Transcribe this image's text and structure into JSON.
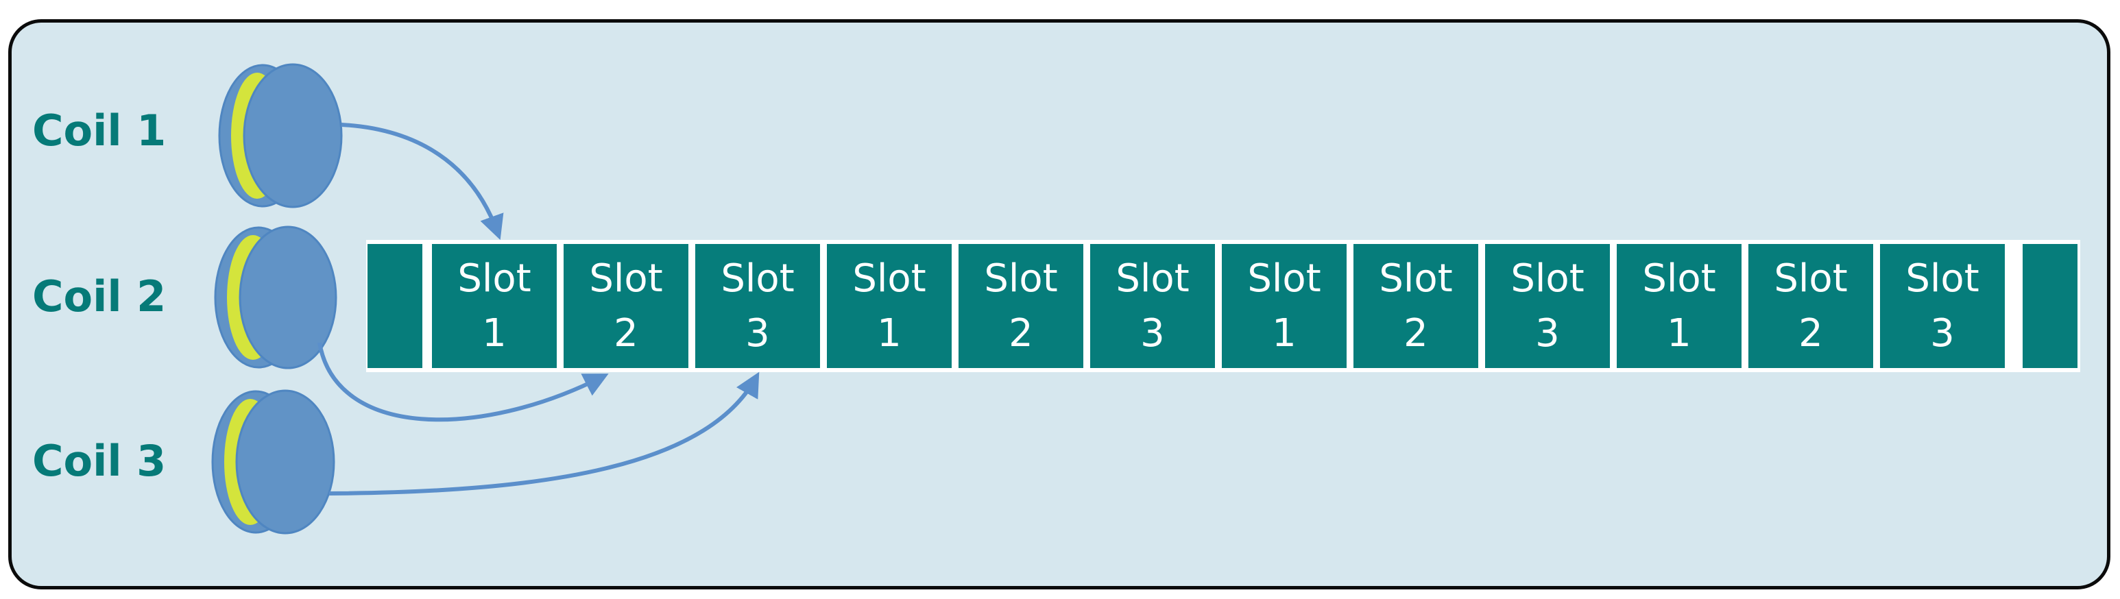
{
  "coils": [
    {
      "label": "Coil 1"
    },
    {
      "label": "Coil 2"
    },
    {
      "label": "Coil 3"
    }
  ],
  "slots": [
    {
      "word": "Slot",
      "number": "1"
    },
    {
      "word": "Slot",
      "number": "2"
    },
    {
      "word": "Slot",
      "number": "3"
    },
    {
      "word": "Slot",
      "number": "1"
    },
    {
      "word": "Slot",
      "number": "2"
    },
    {
      "word": "Slot",
      "number": "3"
    },
    {
      "word": "Slot",
      "number": "1"
    },
    {
      "word": "Slot",
      "number": "2"
    },
    {
      "word": "Slot",
      "number": "3"
    },
    {
      "word": "Slot",
      "number": "1"
    },
    {
      "word": "Slot",
      "number": "2"
    },
    {
      "word": "Slot",
      "number": "3"
    }
  ],
  "colors": {
    "background": "#d6e7ee",
    "border": "#0b0b0b",
    "teal": "#067d7b",
    "label_teal": "#067a78",
    "coil_blue": "#6193c6",
    "coil_inner": "#d4e43c",
    "arrow_blue": "#5b8fcb"
  },
  "icons": [
    "coil-icon",
    "arrow-connector"
  ]
}
